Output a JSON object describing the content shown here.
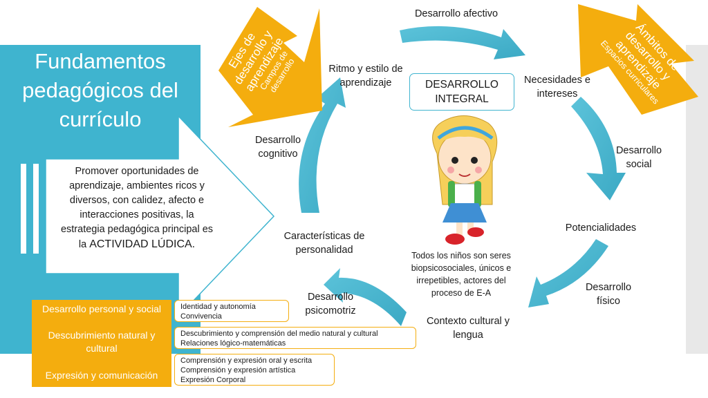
{
  "title": "Fundamentos pedagógicos del currículo",
  "promo": {
    "text": "Promover oportunidades de aprendizaje, ambientes ricos y diversos, con calidez, afecto e interacciones positivas, la estrategia pedagógica principal es la",
    "highlight": "ACTIVIDAD LÚDICA."
  },
  "left_banner": {
    "title": "Ejes de desarrollo y aprendizaje",
    "subtitle": "Campos de desarrollo"
  },
  "right_banner": {
    "title": "Ámbitos de desarrollo y aprendizaje",
    "subtitle": "Espacios curriculares"
  },
  "center_box": "DESARROLLO INTEGRAL",
  "cycle_labels": {
    "afectivo": "Desarrollo afectivo",
    "ritmo": "Ritmo y estilo de aprendizaje",
    "necesidades": "Necesidades e intereses",
    "cognitivo": "Desarrollo cognitivo",
    "social": "Desarrollo social",
    "caracteristicas": "Características de personalidad",
    "potencialidades": "Potencialidades",
    "psicomotriz": "Desarrollo psicomotriz",
    "fisico": "Desarrollo físico",
    "contexto": "Contexto cultural y lengua"
  },
  "center_note": "Todos los niños son seres biopsicosociales, únicos e irrepetibles, actores del proceso de E-A",
  "ambitos": [
    {
      "label": "Desarrollo personal y social",
      "items": [
        "Identidad y autonomía",
        "Convivencia"
      ]
    },
    {
      "label": "Descubrimiento natural y cultural",
      "items": [
        "Descubrimiento y comprensión del medio natural y cultural",
        "Relaciones lógico-matemáticas"
      ]
    },
    {
      "label": "Expresión y comunicación",
      "items": [
        "Comprensión y expresión oral y escrita",
        "Comprensión y expresión artística",
        "Expresión Corporal"
      ]
    }
  ],
  "colors": {
    "blue": "#3fb4cf",
    "orange": "#f4ad0e",
    "arrow_blue": "#4ab8d2"
  },
  "icons": [
    "girl-with-backpack-illustration",
    "cycle-arrow",
    "chevron-arrow"
  ]
}
